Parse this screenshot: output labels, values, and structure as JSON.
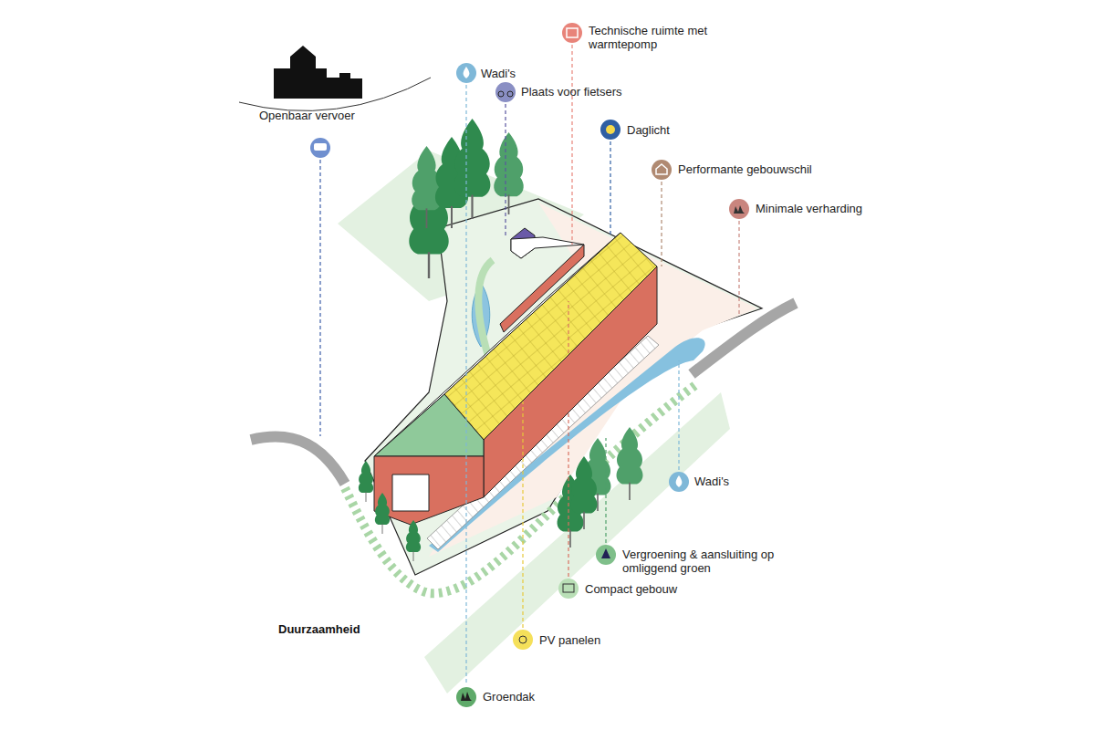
{
  "diagram": {
    "title": "Duurzaamheid",
    "labels": [
      "Openbaar vervoer",
      "Wadi's",
      "Plaats voor fietsers",
      "Technische ruimte met warmtepomp",
      "Daglicht",
      "Performante gebouwschil",
      "Minimale verharding",
      "Wadi's",
      "Vergroening & aansluiting op omliggend groen",
      "Compact gebouw",
      "PV panelen",
      "Groendak"
    ]
  }
}
